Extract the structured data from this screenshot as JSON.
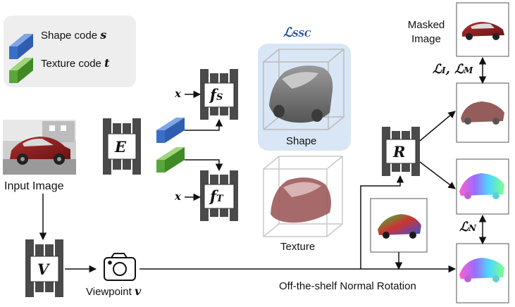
{
  "legend": {
    "shape_code": "Shape code",
    "shape_symbol": "s",
    "texture_code": "Texture code",
    "texture_symbol": "t",
    "shape_color": "#3a6fc8",
    "texture_color": "#5aa63a"
  },
  "labels": {
    "input_image": "Input Image",
    "viewpoint": "Viewpoint",
    "viewpoint_symbol": "v",
    "shape": "Shape",
    "texture": "Texture",
    "masked_image_line1": "Masked",
    "masked_image_line2": "Image",
    "normal_rotation": "Off-the-shelf Normal Rotation"
  },
  "networks": {
    "encoder": "E",
    "viewpoint_net": "V",
    "renderer": "R",
    "shape_fn": "f",
    "shape_fn_sub": "S",
    "texture_fn": "f",
    "texture_fn_sub": "T",
    "query_input": "x"
  },
  "losses": {
    "ssc": "ℒ",
    "ssc_sub": "SSC",
    "image_mask": "ℒ",
    "image_mask_sub1": "I",
    "image_mask_sep": ", ℒ",
    "image_mask_sub2": "M",
    "normal": "ℒ",
    "normal_sub": "N"
  },
  "colors": {
    "network_block": "#4a4a4a",
    "shape_panel": "#d9e6f5",
    "loss_text": "#1f4e9a",
    "car_red": "#8b1f1f"
  }
}
